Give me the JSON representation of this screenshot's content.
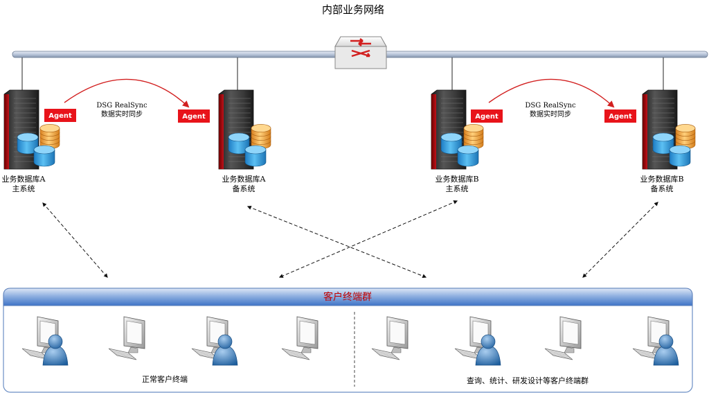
{
  "title": "内部业务网络",
  "agent_label": "Agent",
  "sync": {
    "line1": "DSG RealSync",
    "line2": "数据实时同步"
  },
  "servers": [
    {
      "name": "业务数据库A",
      "role": "主系统"
    },
    {
      "name": "业务数据库A",
      "role": "备系统"
    },
    {
      "name": "业务数据库B",
      "role": "主系统"
    },
    {
      "name": "业务数据库B",
      "role": "备系统"
    }
  ],
  "client_cluster": {
    "title": "客户终端群",
    "left_group_label": "正常客户终端",
    "right_group_label": "查询、统计、研发设计等客户终端群"
  },
  "colors": {
    "agent": "#e8131a",
    "sync_arrow": "#d21f1f",
    "network_bar": "#c9d3e3",
    "cluster_header": "#3f74c7",
    "cluster_title": "#c00000",
    "db_blue": "#3fa1e0",
    "db_orange": "#f2a13a"
  }
}
